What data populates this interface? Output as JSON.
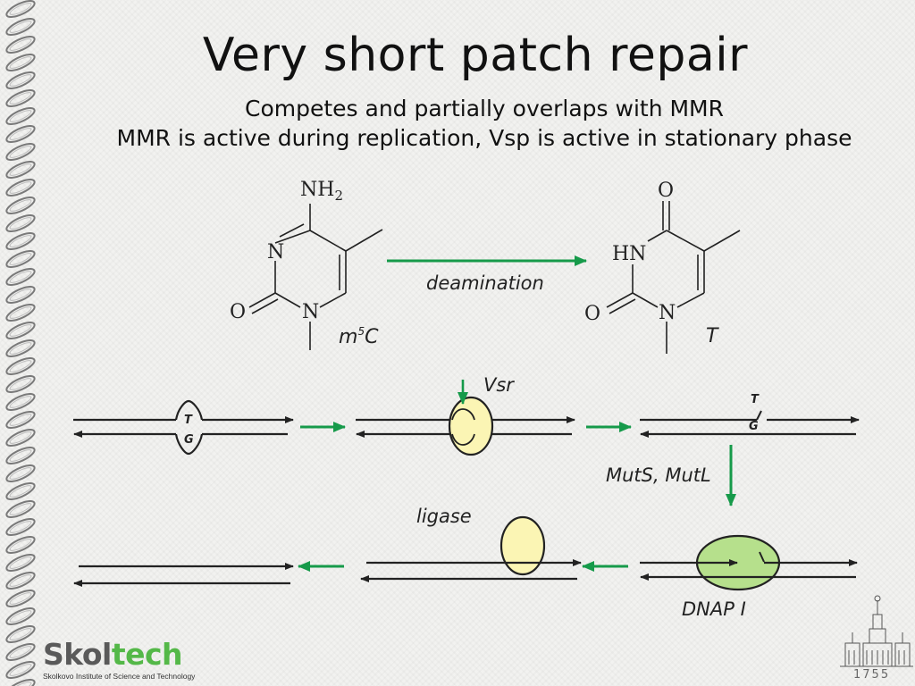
{
  "slide": {
    "title": "Very short patch repair",
    "subtitle1": "Competes and partially overlaps with MMR",
    "subtitle2": "MMR is active during replication, Vsp is active in stationary phase"
  },
  "chemistry": {
    "left": {
      "nh2": "NH",
      "nh2_sub": "2",
      "n_ring": "N",
      "n1": "N",
      "o": "O",
      "name": "m",
      "name_sup": "5",
      "name_tail": "C"
    },
    "arrow_label": "deamination",
    "right": {
      "o_top": "O",
      "hn": "HN",
      "n1": "N",
      "o": "O",
      "name": "T"
    }
  },
  "steps": {
    "mismatch_top": "T",
    "mismatch_bottom": "G",
    "vsr": "Vsr",
    "nick_top": "T",
    "nick_bottom": "G",
    "muts": "MutS, MutL",
    "dnap": "DNAP I",
    "ligase": "ligase"
  },
  "colors": {
    "green": "#169a4a",
    "yellow": "#fbf5b4",
    "lightgreen": "#b6e08c"
  },
  "logo": {
    "word_a": "Skol",
    "word_b": "tech",
    "tagline": "Skolkovo Institute of Science and Technology",
    "year": "1755"
  }
}
